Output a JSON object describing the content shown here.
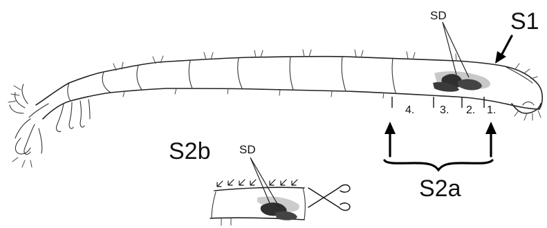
{
  "figure": {
    "labels": {
      "s1": "S1",
      "s2a": "S2a",
      "s2b": "S2b",
      "sd_main": "SD",
      "sd_inset": "SD"
    },
    "segments": [
      "4.",
      "3.",
      "2.",
      "1."
    ],
    "colors": {
      "ink": "#111111",
      "gland_dark": "#3a3a3a",
      "gland_mid": "#8a8a8a",
      "background": "#ffffff"
    }
  }
}
